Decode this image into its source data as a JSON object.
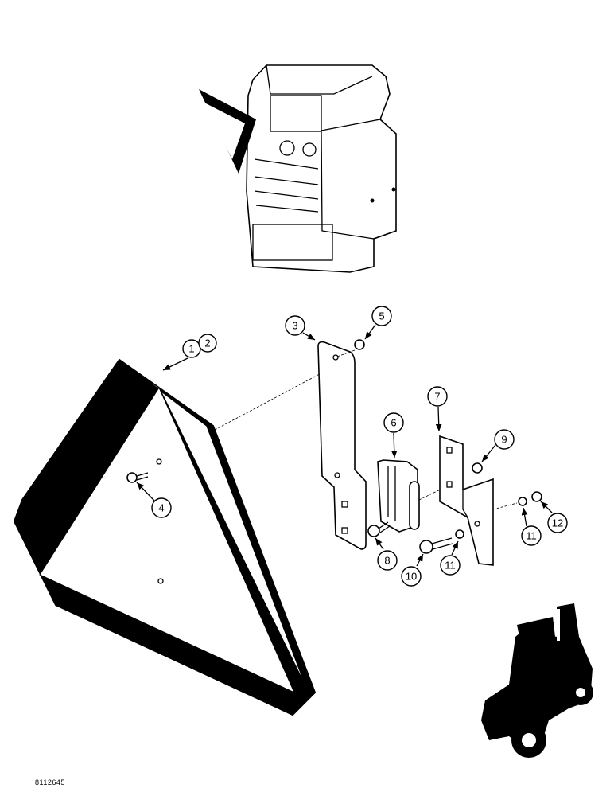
{
  "figure_id": "8112645",
  "callouts": [
    "1",
    "2",
    "3",
    "4",
    "5",
    "6",
    "7",
    "8",
    "9",
    "10",
    "11",
    "11",
    "12"
  ],
  "colors": {
    "ink": "#000000",
    "paper": "#ffffff"
  }
}
